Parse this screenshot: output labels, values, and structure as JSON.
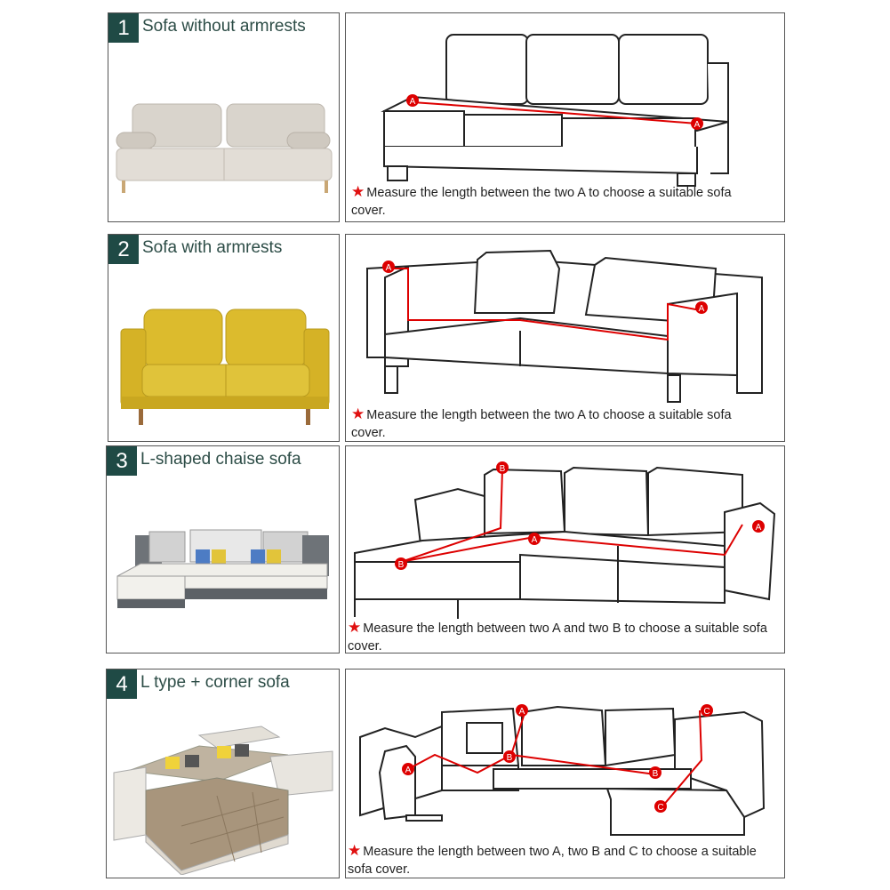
{
  "sections": [
    {
      "number": "1",
      "title": "Sofa without armrests",
      "caption": "Measure the length between the two A to choose a suitable sofa cover.",
      "markers": [
        "A",
        "A"
      ],
      "photo_color": "#d8d3cb"
    },
    {
      "number": "2",
      "title": "Sofa with armrests",
      "caption": "Measure the length between the two A to choose a suitable sofa cover.",
      "markers": [
        "A",
        "A"
      ],
      "photo_color": "#d8b62a"
    },
    {
      "number": "3",
      "title": "L-shaped chaise sofa",
      "caption": "Measure the length between two A and two B to choose a suitable sofa cover.",
      "markers": [
        "B",
        "A",
        "A",
        "B"
      ],
      "photo_color": "#6a6e72"
    },
    {
      "number": "4",
      "title": "L type + corner sofa",
      "caption": "Measure the length between two A, two B and C to choose a suitable sofa cover.",
      "markers": [
        "A",
        "A",
        "B",
        "B",
        "C",
        "C"
      ],
      "photo_color": "#a8957c"
    }
  ],
  "star_icon": "★",
  "colors": {
    "accent": "#e01010",
    "badge": "#1f4a45",
    "title": "#2d4d47"
  }
}
